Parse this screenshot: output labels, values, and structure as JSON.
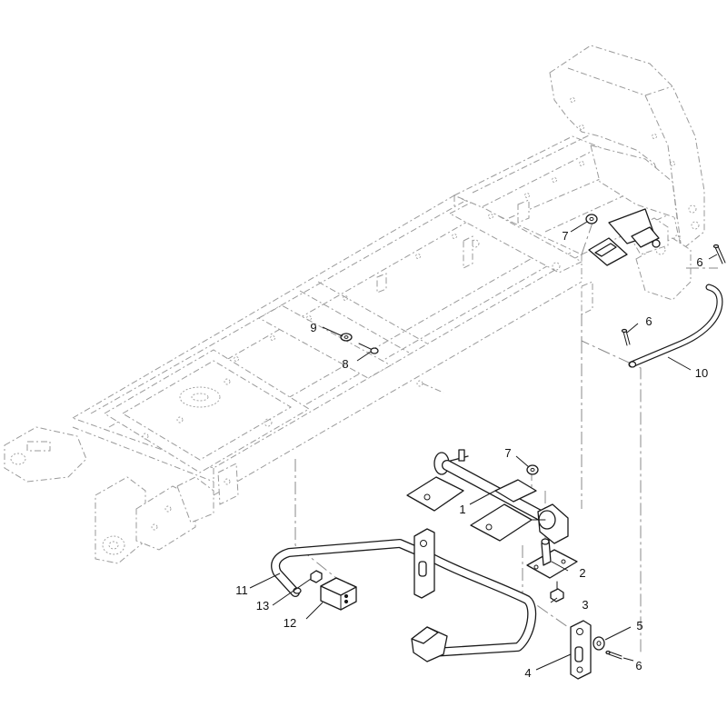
{
  "callouts": [
    {
      "id": "c1",
      "label": "1"
    },
    {
      "id": "c2",
      "label": "2"
    },
    {
      "id": "c3",
      "label": "3"
    },
    {
      "id": "c4",
      "label": "4"
    },
    {
      "id": "c5",
      "label": "5"
    },
    {
      "id": "c6a",
      "label": "6"
    },
    {
      "id": "c6b",
      "label": "6"
    },
    {
      "id": "c6c",
      "label": "6"
    },
    {
      "id": "c7a",
      "label": "7"
    },
    {
      "id": "c7b",
      "label": "7"
    },
    {
      "id": "c8",
      "label": "8"
    },
    {
      "id": "c9",
      "label": "9"
    },
    {
      "id": "c10",
      "label": "10"
    },
    {
      "id": "c11",
      "label": "11"
    },
    {
      "id": "c12",
      "label": "12"
    },
    {
      "id": "c13",
      "label": "13"
    }
  ]
}
